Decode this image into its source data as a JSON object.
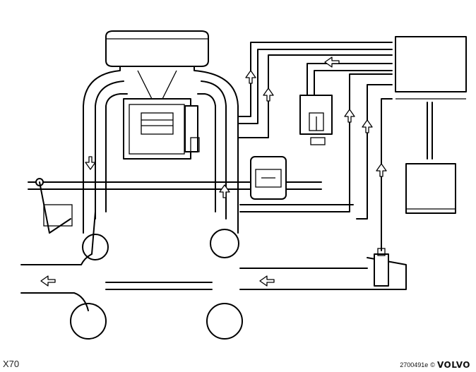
{
  "figure": {
    "code_left": "X70",
    "code_right": "2700491e",
    "copyright_symbol": "©",
    "brand": "VOLVO"
  },
  "icons": [
    "arrow-up-icon",
    "arrow-down-icon",
    "arrow-left-icon"
  ]
}
